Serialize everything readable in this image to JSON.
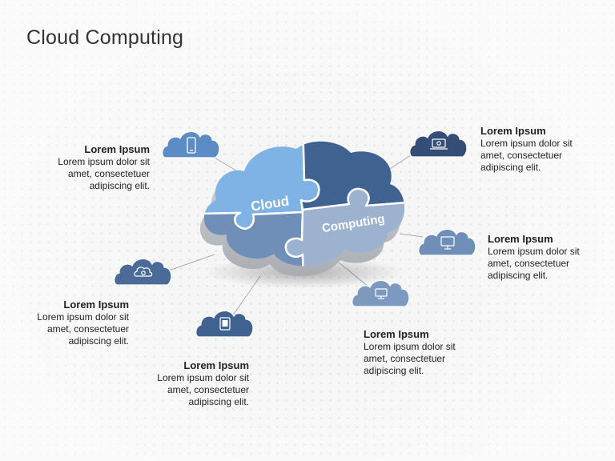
{
  "title": "Cloud Computing",
  "center": {
    "word1": "Cloud",
    "word2": "Computing"
  },
  "items": [
    {
      "heading": "Lorem Ipsum",
      "body": [
        "Lorem ipsum dolor sit",
        "amet, consectetuer",
        "adipiscing  elit."
      ],
      "icon": "mobile-phone-icon"
    },
    {
      "heading": "Lorem Ipsum",
      "body": [
        "Lorem ipsum dolor sit",
        "amet, consectetuer",
        "adipiscing  elit."
      ],
      "icon": "cloud-sync-icon"
    },
    {
      "heading": "Lorem Ipsum",
      "body": [
        "Lorem ipsum dolor sit",
        "amet, consectetuer",
        "adipiscing  elit."
      ],
      "icon": "tablet-icon"
    },
    {
      "heading": "Lorem Ipsum",
      "body": [
        "Lorem ipsum dolor sit",
        "amet, consectetuer",
        "adipiscing  elit."
      ],
      "icon": "laptop-icon"
    },
    {
      "heading": "Lorem Ipsum",
      "body": [
        "Lorem ipsum dolor sit",
        "amet, consectetuer",
        "adipiscing  elit."
      ],
      "icon": "monitor-icon"
    },
    {
      "heading": "Lorem Ipsum",
      "body": [
        "Lorem ipsum dolor sit",
        "amet, consectetuer",
        "adipiscing  elit."
      ],
      "icon": "desktop-icon"
    }
  ],
  "colors": {
    "light_blue": "#7fb3e6",
    "dark_blue": "#3f6291",
    "mid_blue": "#6f8eb8",
    "pale_blue": "#9db2cf",
    "cloud_side": "#bfc2c6",
    "text": "#222222"
  }
}
